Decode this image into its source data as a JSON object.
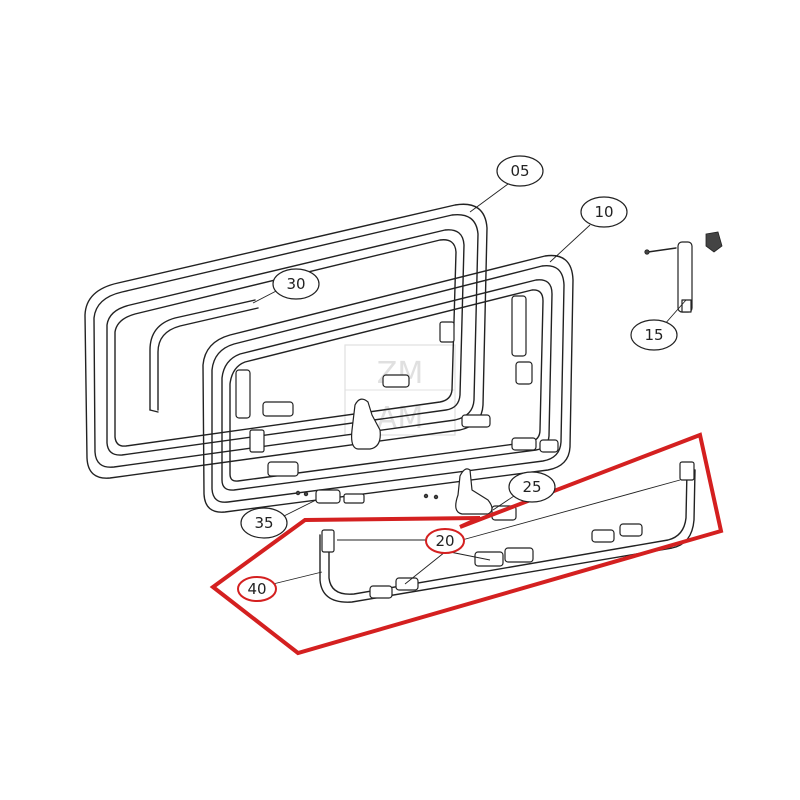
{
  "callouts": [
    {
      "id": "c05",
      "label": "05",
      "highlighted": false
    },
    {
      "id": "c10",
      "label": "10",
      "highlighted": false
    },
    {
      "id": "c15",
      "label": "15",
      "highlighted": false
    },
    {
      "id": "c20",
      "label": "20",
      "highlighted": true
    },
    {
      "id": "c25",
      "label": "25",
      "highlighted": false
    },
    {
      "id": "c30",
      "label": "30",
      "highlighted": false
    },
    {
      "id": "c35",
      "label": "35",
      "highlighted": false
    },
    {
      "id": "c40",
      "label": "40",
      "highlighted": true
    }
  ],
  "colors": {
    "line": "#222222",
    "highlight": "#d42020",
    "watermark": "#c8c8c8",
    "background": "#ffffff"
  },
  "watermark_text": {
    "line1": "ZM",
    "line2": "AM"
  }
}
